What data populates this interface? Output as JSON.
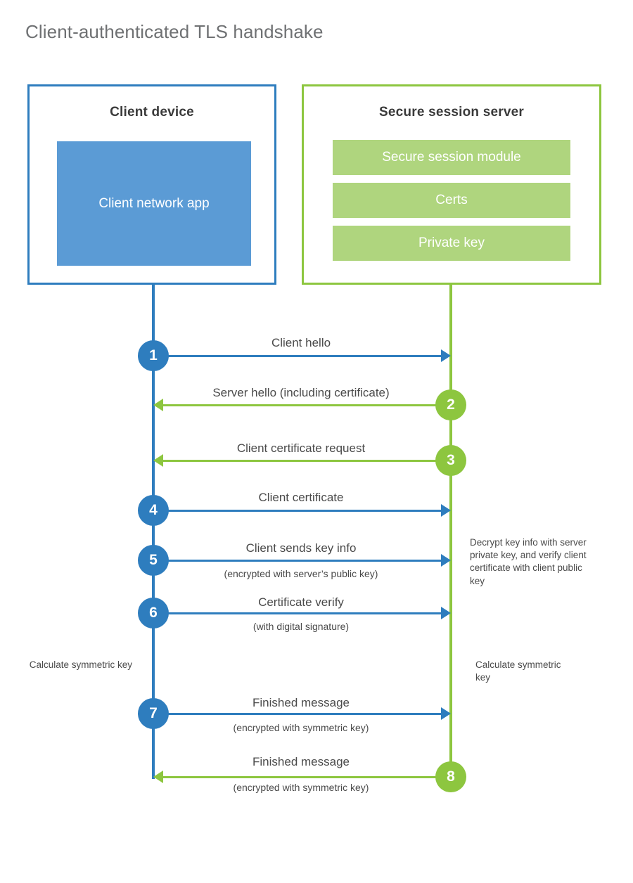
{
  "title": "Client-authenticated TLS handshake",
  "colors": {
    "client_blue": "#2E7DBE",
    "client_app_fill": "#5B9BD5",
    "server_green": "#8DC63F",
    "server_bar_fill": "#AFD57E",
    "title_gray": "#6F7173",
    "text_gray": "#4A4A4A",
    "background": "#FFFFFF"
  },
  "client": {
    "title": "Client device",
    "app_label": "Client network app"
  },
  "server": {
    "title": "Secure session server",
    "bars": [
      {
        "label": "Secure session module"
      },
      {
        "label": "Certs"
      },
      {
        "label": "Private key"
      }
    ]
  },
  "steps": [
    {
      "number": "1",
      "direction": "client-to-server",
      "label": "Client hello",
      "sublabel": "",
      "origin": "client"
    },
    {
      "number": "2",
      "direction": "server-to-client",
      "label": "Server hello (including certificate)",
      "sublabel": "",
      "origin": "server"
    },
    {
      "number": "3",
      "direction": "server-to-client",
      "label": "Client certificate request",
      "sublabel": "",
      "origin": "server"
    },
    {
      "number": "4",
      "direction": "client-to-server",
      "label": "Client certificate",
      "sublabel": "",
      "origin": "client"
    },
    {
      "number": "5",
      "direction": "client-to-server",
      "label": "Client sends key info",
      "sublabel": "(encrypted with server’s public key)",
      "origin": "client"
    },
    {
      "number": "6",
      "direction": "client-to-server",
      "label": "Certificate verify",
      "sublabel": "(with digital signature)",
      "origin": "client"
    },
    {
      "number": "7",
      "direction": "client-to-server",
      "label": "Finished message",
      "sublabel": "(encrypted with symmetric key)",
      "origin": "client"
    },
    {
      "number": "8",
      "direction": "server-to-client",
      "label": "Finished message",
      "sublabel": "(encrypted with symmetric key)",
      "origin": "server"
    }
  ],
  "annotations": {
    "server_decrypt": "Decrypt key info with server private key, and verify client certificate with client public key",
    "client_calculate": "Calculate symmetric key",
    "server_calculate": "Calculate symmetric key"
  }
}
